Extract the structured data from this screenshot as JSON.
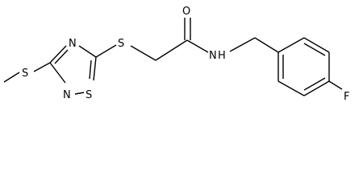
{
  "diagram": {
    "type": "chemical-structure",
    "atoms": {
      "s_methylthio": "S",
      "n_ring_top": "N",
      "n_ring_bottom": "N",
      "s_ring": "S",
      "s_linker": "S",
      "o_carbonyl": "O",
      "n_amide": "N",
      "h_amide": "H",
      "f_aryl": "F"
    },
    "colors": {
      "bond": "#000000",
      "label": "#000000",
      "background": "#ffffff"
    }
  }
}
